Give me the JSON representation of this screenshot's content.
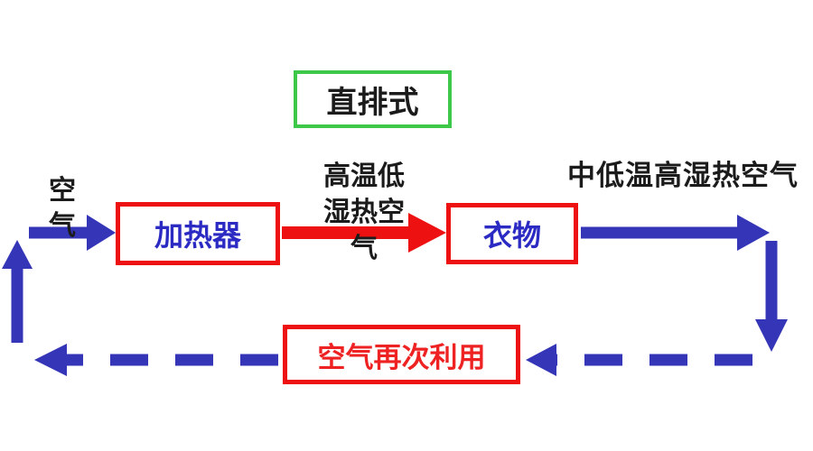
{
  "diagram": {
    "title": "直排式",
    "nodes": {
      "heater": {
        "label": "加热器"
      },
      "clothes": {
        "label": "衣物"
      },
      "reuse": {
        "label": "空气再次利用"
      }
    },
    "annotations": {
      "air_in": "空气",
      "heater_to_clothes": "高温低湿热空气",
      "clothes_out": "中低温高湿热空气"
    },
    "arrows": {
      "air_inlet": "solid-blue-right",
      "heater_to_clothes": "solid-red-right",
      "clothes_to_exhaust": "solid-blue-right-then-down",
      "recycle_return": "dashed-blue-left",
      "recycle_rise": "solid-blue-up"
    },
    "colors": {
      "arrow_blue": "#3535b8",
      "arrow_red": "#ee1111",
      "box_border_red": "#ee1111",
      "box_border_green": "#3ec84a",
      "node_text_blue": "#2b2bc4",
      "reuse_text_red": "#ee2222",
      "annotation_black": "#1b1b1b",
      "background": "#ffffff"
    }
  }
}
